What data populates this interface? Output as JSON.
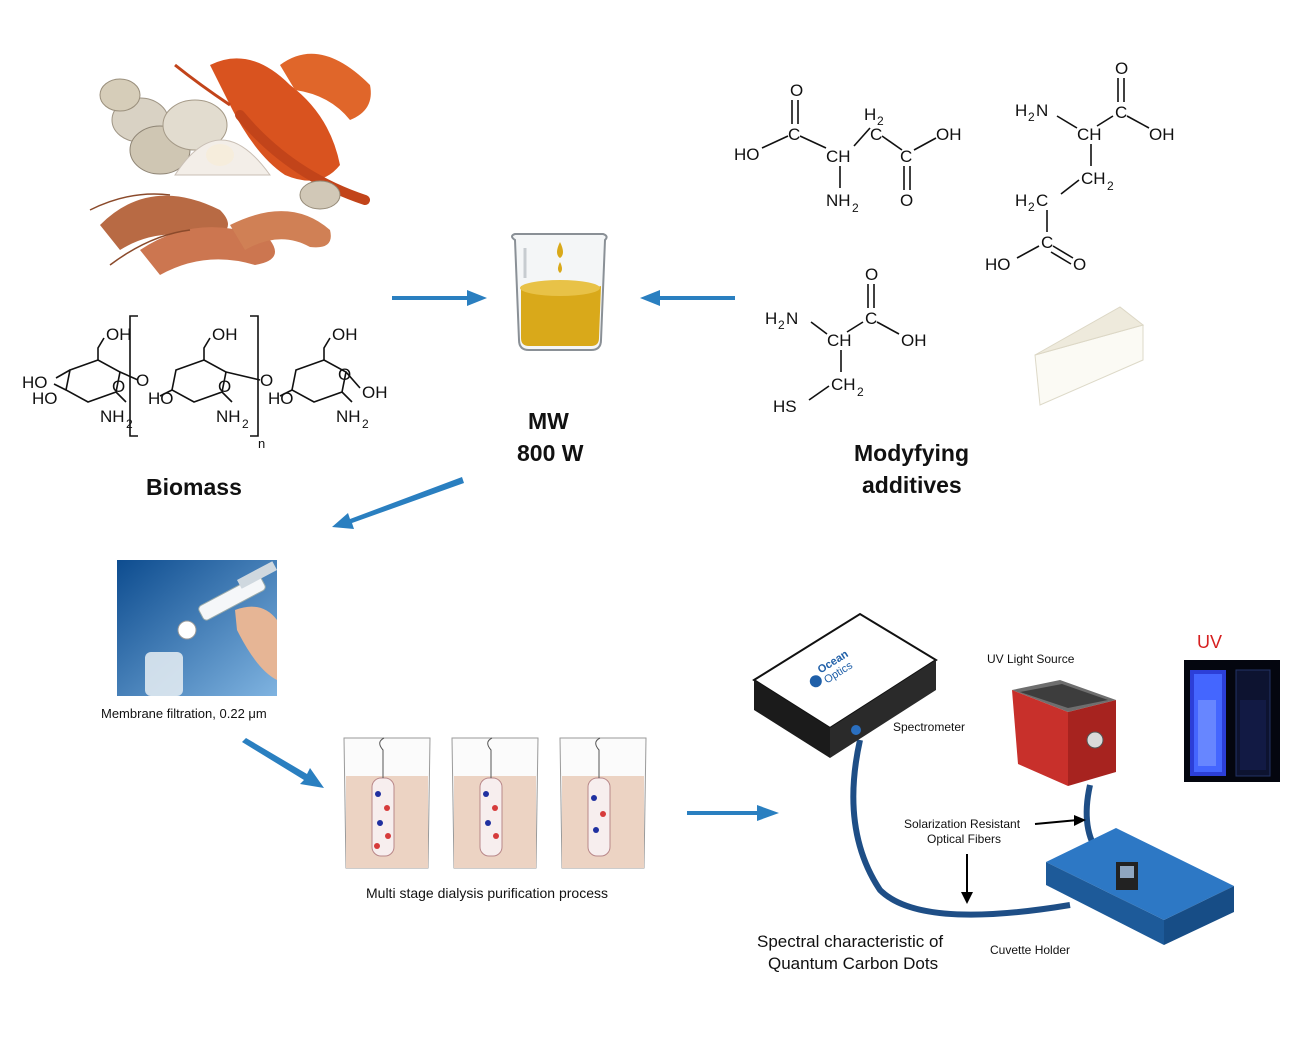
{
  "labels": {
    "biomass": "Biomass",
    "mw": "MW",
    "power": "800 W",
    "modifying_line1": "Modyfying",
    "modifying_line2": "additives",
    "membrane": "Membrane filtration, 0.22 μm",
    "dialysis": "Multi stage dialysis purification process",
    "uv_source": "UV Light Source",
    "spectrometer": "Spectrometer",
    "fibers_line1": "Solarization Resistant",
    "fibers_line2": "Optical Fibers",
    "spectral_line1": "Spectral characteristic of",
    "spectral_line2": "Quantum Carbon Dots",
    "cuvette_holder": "Cuvette Holder",
    "uv": "UV",
    "brand_line1": "Ocean",
    "brand_line2": "Optics"
  },
  "chitosan": {
    "oh": "OH",
    "ho": "HO",
    "nh2": "NH",
    "sub2": "2",
    "o": "O",
    "n": "n"
  },
  "aspartic": {
    "o": "O",
    "oh": "OH",
    "ho": "HO",
    "ch": "CH",
    "h2": "H",
    "c": "C",
    "nh2": "NH",
    "sub2": "2"
  },
  "glutamic": {
    "h2n": "H",
    "n": "N",
    "ch": "CH",
    "c": "C",
    "o": "O",
    "oh": "OH",
    "ch2": "CH",
    "h2c": "H",
    "cc": "C",
    "ho": "HO",
    "sub2": "2"
  },
  "cysteine": {
    "h2n": "H",
    "n": "N",
    "ch": "CH",
    "c": "C",
    "o": "O",
    "oh": "OH",
    "ch2": "CH",
    "hs": "HS",
    "sub2": "2"
  },
  "colors": {
    "arrow": "#2a7fc0",
    "oil": "#d9a91a",
    "uv_glow": "#3a58ff",
    "holder": "#2d78c5",
    "source_red": "#c8302b",
    "uv_text": "#d62020"
  }
}
